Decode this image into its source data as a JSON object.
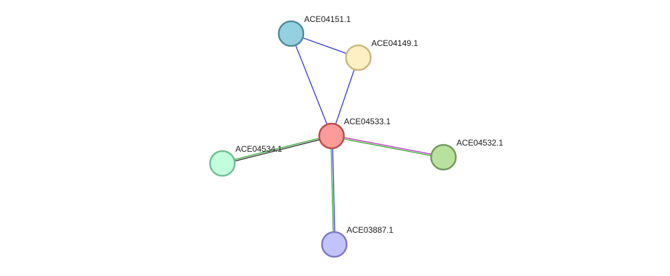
{
  "nodes": [
    {
      "id": "ACE04151.1",
      "label": "ACE04151.1",
      "fill": "#94d1e0",
      "stroke": "#4e8a9c"
    },
    {
      "id": "ACE04149.1",
      "label": "ACE04149.1",
      "fill": "#fdf0c4",
      "stroke": "#c9b77e"
    },
    {
      "id": "ACE04533.1",
      "label": "ACE04533.1",
      "fill": "#fd9a9a",
      "stroke": "#b94c4c"
    },
    {
      "id": "ACE04534.1",
      "label": "ACE04534.1",
      "fill": "#c2fddd",
      "stroke": "#74bd93"
    },
    {
      "id": "ACE04532.1",
      "label": "ACE04532.1",
      "fill": "#b7e19d",
      "stroke": "#739a5a"
    },
    {
      "id": "ACE03887.1",
      "label": "ACE03887.1",
      "fill": "#c2c2fd",
      "stroke": "#7b7bc3"
    }
  ],
  "edges": [
    {
      "source": "ACE04151.1",
      "target": "ACE04149.1",
      "colors": [
        "#3d3de0"
      ]
    },
    {
      "source": "ACE04151.1",
      "target": "ACE04533.1",
      "colors": [
        "#3d3de0"
      ]
    },
    {
      "source": "ACE04149.1",
      "target": "ACE04533.1",
      "colors": [
        "#3d3de0"
      ]
    },
    {
      "source": "ACE04533.1",
      "target": "ACE04534.1",
      "colors": [
        "#333333",
        "#39b039"
      ]
    },
    {
      "source": "ACE04533.1",
      "target": "ACE04532.1",
      "colors": [
        "#c040c0",
        "#39b039"
      ]
    },
    {
      "source": "ACE04533.1",
      "target": "ACE03887.1",
      "colors": [
        "#3d3de0",
        "#39b039"
      ]
    }
  ]
}
